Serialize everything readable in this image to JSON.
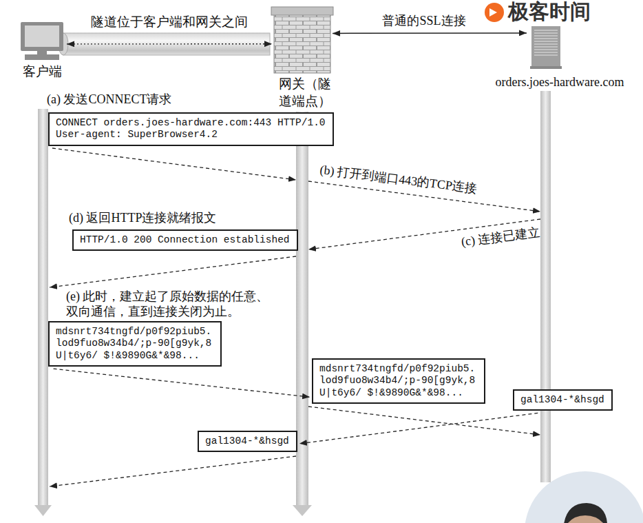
{
  "diagram": {
    "nodes": [
      {
        "text": [
          "客户端"
        ]
      },
      {
        "text": [
          "网关（隧道端点）"
        ]
      },
      {
        "text": [
          "orders.joes-hardware.com"
        ]
      },
      {
        "text": [
          "CONNECT orders.joes-hardware.com:443 HTTP/1.0",
          "User-agent: SuperBrowser4.2"
        ]
      },
      {
        "text": [
          "HTTP/1.0 200 Connection established"
        ]
      },
      {
        "text": [
          "mdsnrt734tngfd/p0f92piub5. lod9fuo8w34b4/;p-90[g9yk,8 U|t6y6/ $!&9890G&*&98..."
        ]
      },
      {
        "text": [
          "mdsnrt734tngfd/p0f92piub5. lod9fuo8w34b4/;p-90[g9yk,8 U|t6y6/ $!&9890G&*&98..."
        ]
      },
      {
        "text": [
          "gal1304-*&hsgd"
        ]
      },
      {
        "text": [
          "gal1304-*&hsgd"
        ]
      }
    ],
    "edges": [
      {
        "from": 0,
        "to": 1,
        "label": "隧道位于客户端和网关之间",
        "arrow": "both"
      },
      {
        "from": 1,
        "to": 2,
        "label": "普通的SSL连接",
        "arrow": "both"
      },
      {
        "from": 5,
        "to": 6,
        "arrow": "to"
      },
      {
        "from": 7,
        "to": 8,
        "arrow": "to"
      }
    ],
    "labels": [
      "极客时间",
      "(a) 发送CONNECT请求",
      "(b) 打开到端口443的TCP连接",
      "(c) 连接已建立",
      "(d) 返回HTTP连接就绪报文",
      "(e) 此时，建立起了原始数据的任意、双向通信，直到连接关闭为止。"
    ]
  }
}
